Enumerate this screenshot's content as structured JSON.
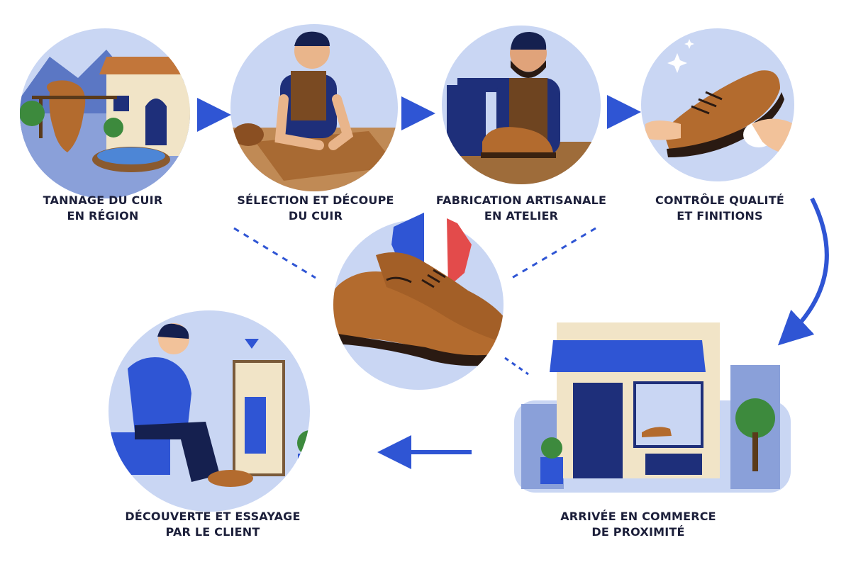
{
  "steps": [
    {
      "line1": "TANNAGE DU CUIR",
      "line2": "EN RÉGION"
    },
    {
      "line1": "SÉLECTION ET DÉCOUPE",
      "line2": "DU CUIR"
    },
    {
      "line1": "FABRICATION ARTISANALE",
      "line2": "EN ATELIER"
    },
    {
      "line1": "CONTRÔLE QUALITÉ",
      "line2": "ET FINITIONS"
    },
    {
      "line1": "ARRIVÉE EN COMMERCE",
      "line2": "DE PROXIMITÉ"
    },
    {
      "line1": "DÉCOUVERTE ET ESSAYAGE",
      "line2": "PAR LE CLIENT"
    }
  ],
  "colors": {
    "accent": "#2f55d4",
    "circle_bg": "#c9d6f3",
    "leather": "#b36b2e",
    "navy": "#1e2f7a",
    "caption": "#1c1f3a"
  }
}
